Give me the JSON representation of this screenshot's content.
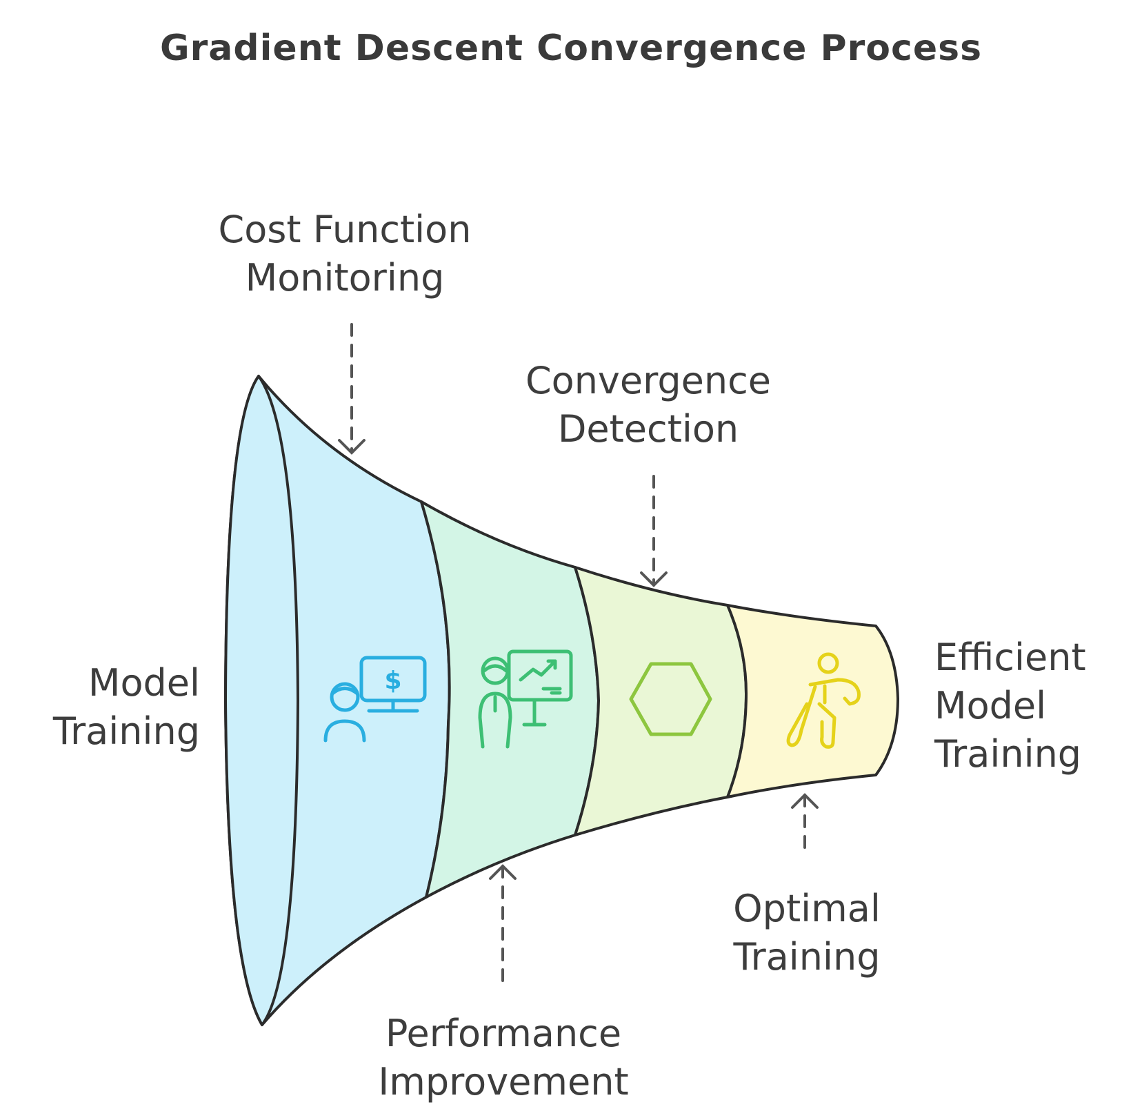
{
  "title": "Gradient Descent Convergence Process",
  "left_label": {
    "line1": "Model",
    "line2": "Training"
  },
  "right_label": {
    "line1": "Efficient",
    "line2": "Model",
    "line3": "Training"
  },
  "callouts": {
    "cost_function": {
      "line1": "Cost Function",
      "line2": "Monitoring"
    },
    "convergence": {
      "line1": "Convergence",
      "line2": "Detection"
    },
    "performance": {
      "line1": "Performance",
      "line2": "Improvement"
    },
    "optimal": {
      "line1": "Optimal",
      "line2": "Training"
    }
  },
  "colors": {
    "stage1": "#cdf0fb",
    "stage2": "#d3f5e6",
    "stage3": "#eaf7d6",
    "stage4": "#fdf9d2",
    "icon1": "#29aee0",
    "icon2": "#3dbf74",
    "icon3": "#8dc63f",
    "icon4": "#e5d21a",
    "outline": "#2b2b2b",
    "arrow": "#555555"
  },
  "icons": [
    "presenter-money-icon",
    "presenter-chart-icon",
    "hexagon-icon",
    "athlete-icon"
  ]
}
